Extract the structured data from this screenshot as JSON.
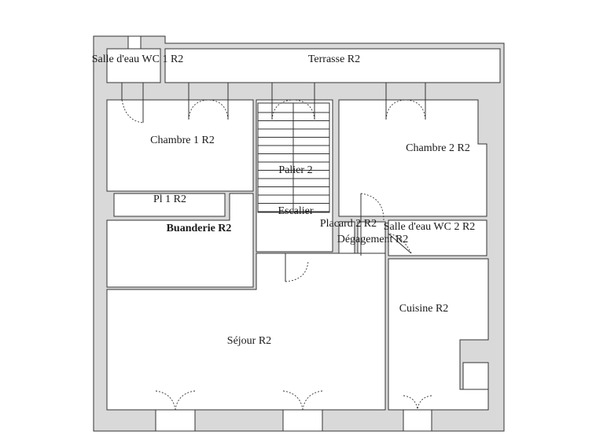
{
  "plan": {
    "rooms": [
      {
        "id": "salle-eau-wc-1",
        "label": "Salle d'eau WC 1 R2"
      },
      {
        "id": "terrasse",
        "label": "Terrasse R2"
      },
      {
        "id": "chambre-1",
        "label": "Chambre 1 R2"
      },
      {
        "id": "palier",
        "label": "Palier 2"
      },
      {
        "id": "escalier",
        "label": "Escalier"
      },
      {
        "id": "chambre-2",
        "label": "Chambre 2 R2"
      },
      {
        "id": "pl-1",
        "label": "Pl 1 R2"
      },
      {
        "id": "buanderie",
        "label": "Buanderie R2",
        "bold": true
      },
      {
        "id": "placard-2",
        "label": "Placard 2 R2"
      },
      {
        "id": "salle-eau-wc-2",
        "label": "Salle d'eau WC 2 R2"
      },
      {
        "id": "degagement",
        "label": "Dégagement R2"
      },
      {
        "id": "cuisine",
        "label": "Cuisine R2"
      },
      {
        "id": "sejour",
        "label": "Séjour R2"
      }
    ]
  }
}
